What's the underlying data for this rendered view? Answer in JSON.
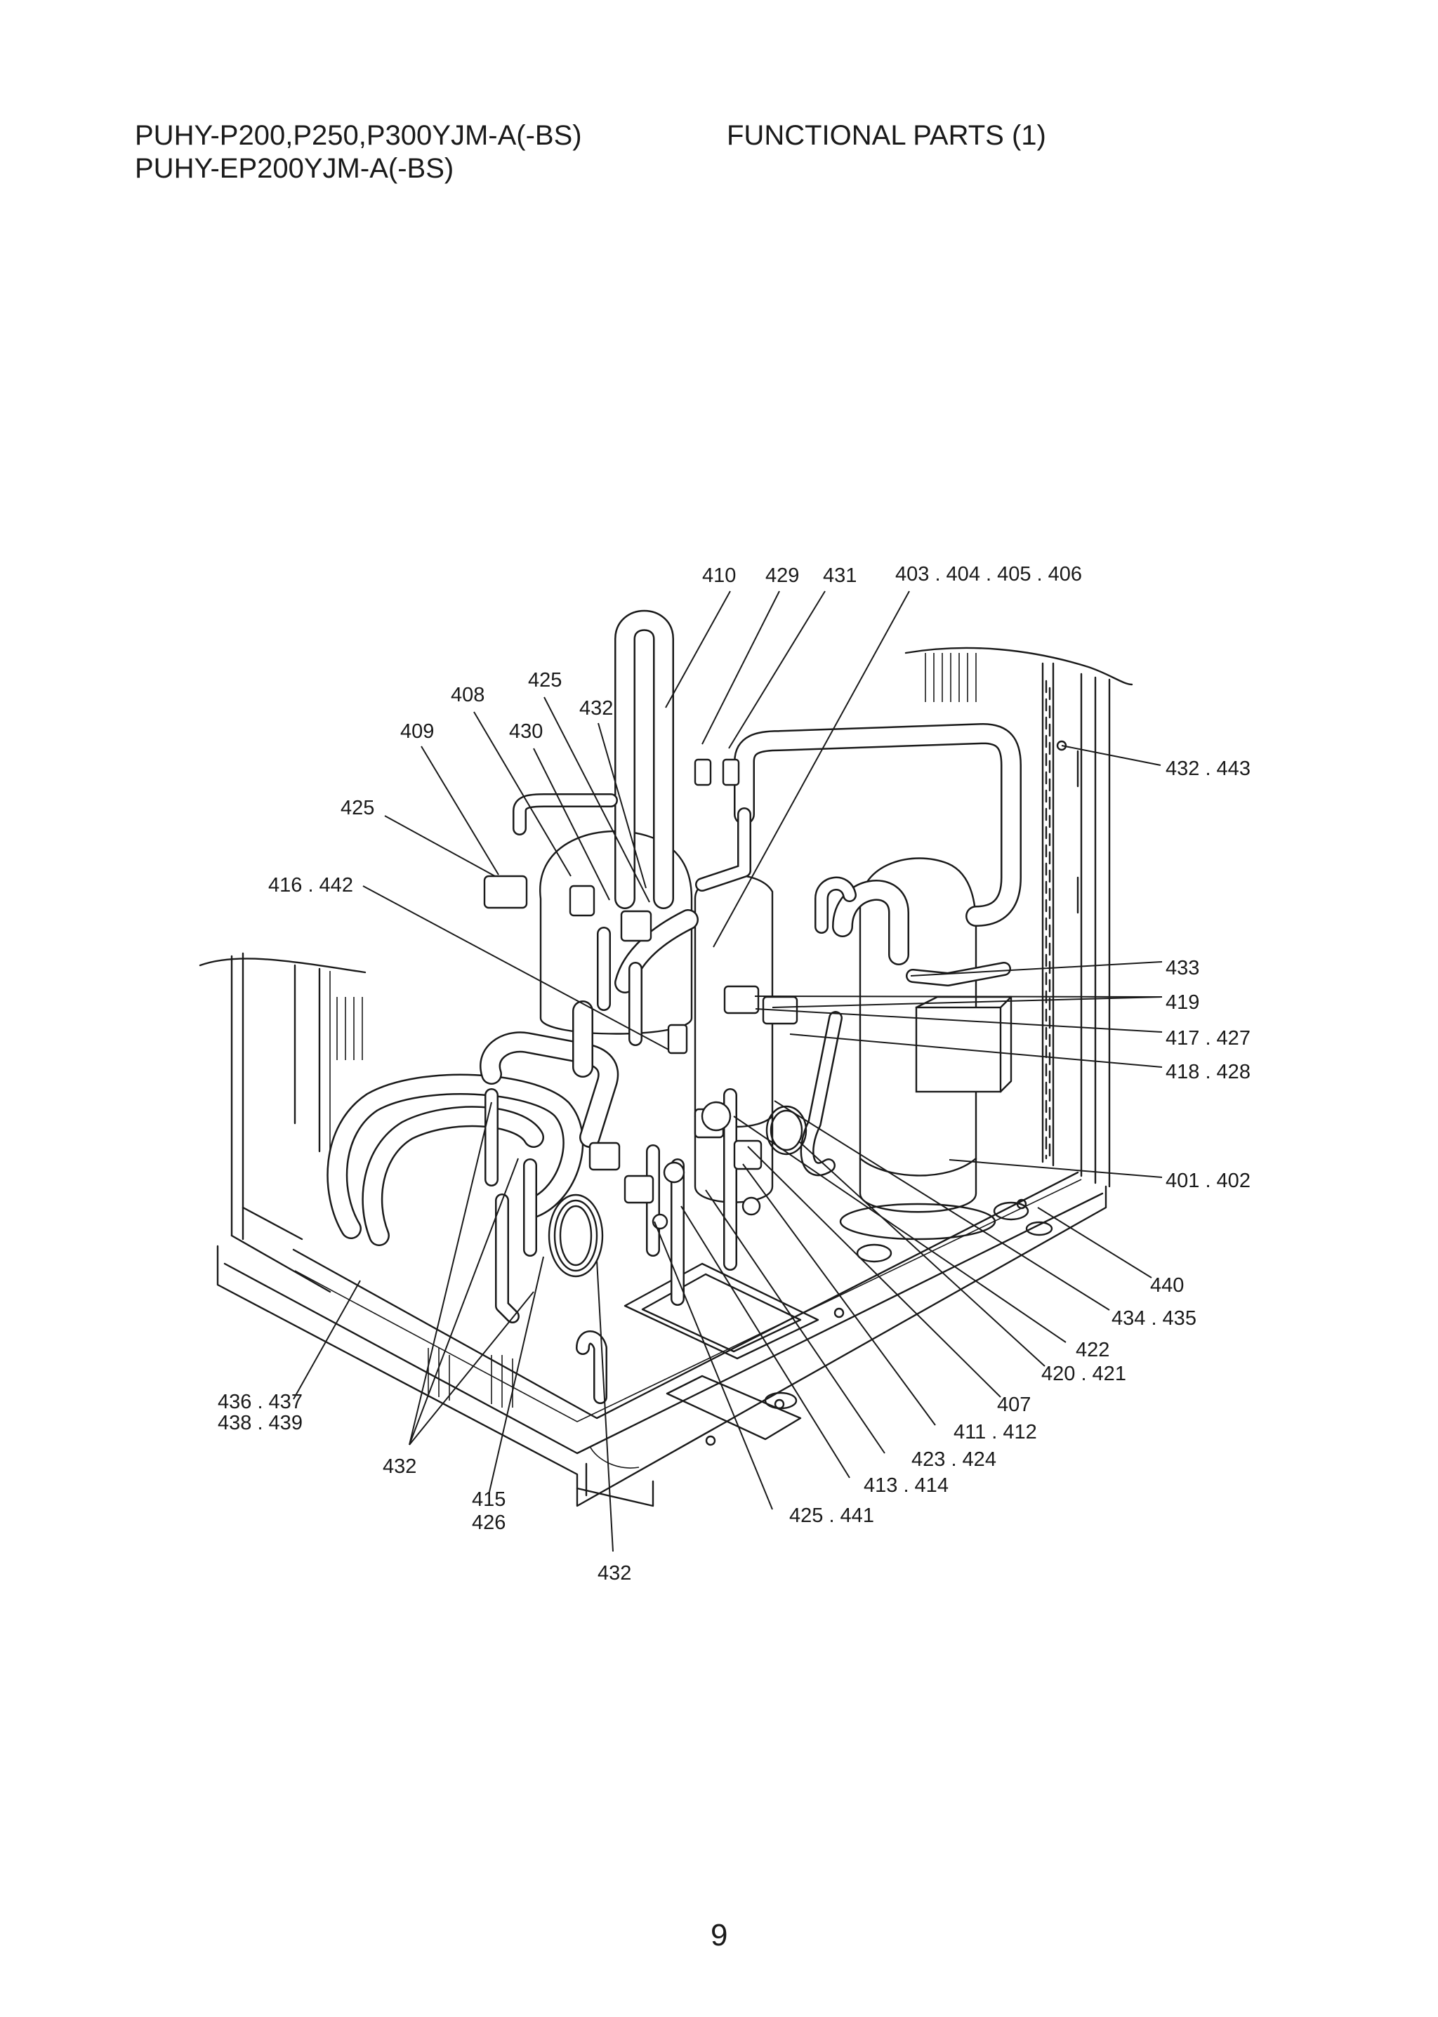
{
  "header": {
    "model_line_1": "PUHY-P200,P250,P300YJM-A(-BS)",
    "model_line_2": "PUHY-EP200YJM-A(-BS)",
    "section_title": "FUNCTIONAL PARTS (1)"
  },
  "page_number": "9",
  "diagram": {
    "callouts": [
      {
        "id": "c410",
        "text": "410"
      },
      {
        "id": "c429",
        "text": "429"
      },
      {
        "id": "c431",
        "text": "431"
      },
      {
        "id": "c403",
        "text": "403 . 404 . 405 . 406"
      },
      {
        "id": "c425a",
        "text": "425"
      },
      {
        "id": "c408",
        "text": "408"
      },
      {
        "id": "c432a",
        "text": "432"
      },
      {
        "id": "c409",
        "text": "409"
      },
      {
        "id": "c430",
        "text": "430"
      },
      {
        "id": "c425b",
        "text": "425"
      },
      {
        "id": "c416",
        "text": "416 . 442"
      },
      {
        "id": "c432443",
        "text": "432 . 443"
      },
      {
        "id": "c433",
        "text": "433"
      },
      {
        "id": "c419",
        "text": "419"
      },
      {
        "id": "c417",
        "text": "417 . 427"
      },
      {
        "id": "c418",
        "text": "418 . 428"
      },
      {
        "id": "c401",
        "text": "401 . 402"
      },
      {
        "id": "c440",
        "text": "440"
      },
      {
        "id": "c434",
        "text": "434 . 435"
      },
      {
        "id": "c422",
        "text": "422"
      },
      {
        "id": "c420",
        "text": "420 . 421"
      },
      {
        "id": "c407",
        "text": "407"
      },
      {
        "id": "c411",
        "text": "411 . 412"
      },
      {
        "id": "c423",
        "text": "423 . 424"
      },
      {
        "id": "c413",
        "text": "413 . 414"
      },
      {
        "id": "c425c",
        "text": "425 . 441"
      },
      {
        "id": "c436",
        "text": "436 . 437"
      },
      {
        "id": "c438",
        "text": "438 . 439"
      },
      {
        "id": "c432b",
        "text": "432"
      },
      {
        "id": "c415",
        "text": "415"
      },
      {
        "id": "c426",
        "text": "426"
      },
      {
        "id": "c432c",
        "text": "432"
      }
    ]
  }
}
